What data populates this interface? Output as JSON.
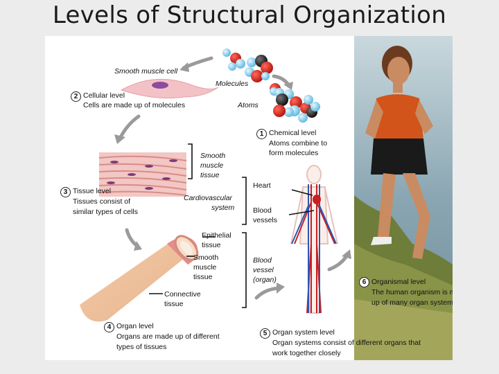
{
  "title": "Levels of Structural Organization",
  "labels": {
    "smooth_muscle_cell": "Smooth muscle cell",
    "molecules": "Molecules",
    "atoms": "Atoms",
    "smooth_muscle_tissue_1": "Smooth",
    "smooth_muscle_tissue_2": "muscle",
    "smooth_muscle_tissue_3": "tissue",
    "cardiovascular_1": "Cardiovascular",
    "cardiovascular_2": "system",
    "heart": "Heart",
    "blood_vessels_1": "Blood",
    "blood_vessels_2": "vessels",
    "epithelial_1": "Epithelial",
    "epithelial_2": "tissue",
    "organ_smooth_1": "Smooth",
    "organ_smooth_2": "muscle",
    "organ_smooth_3": "tissue",
    "connective_1": "Connective",
    "connective_2": "tissue",
    "blood_vessel_organ_1": "Blood",
    "blood_vessel_organ_2": "vessel",
    "blood_vessel_organ_3": "(organ)"
  },
  "levels": [
    {
      "number": "1",
      "lines": [
        "Chemical level",
        "Atoms combine to",
        "form molecules"
      ]
    },
    {
      "number": "2",
      "lines": [
        "Cellular level",
        "Cells are made up of molecules"
      ]
    },
    {
      "number": "3",
      "lines": [
        "Tissue level",
        "Tissues consist of",
        "similar types of cells"
      ]
    },
    {
      "number": "4",
      "lines": [
        "Organ level",
        "Organs are made up of different",
        "types of tissues"
      ]
    },
    {
      "number": "5",
      "lines": [
        "Organ system level",
        "Organ systems consist of different organs that",
        "work together closely"
      ]
    },
    {
      "number": "6",
      "lines": [
        "Organismal level",
        "The human organism is made",
        "up of many organ systems"
      ]
    }
  ]
}
